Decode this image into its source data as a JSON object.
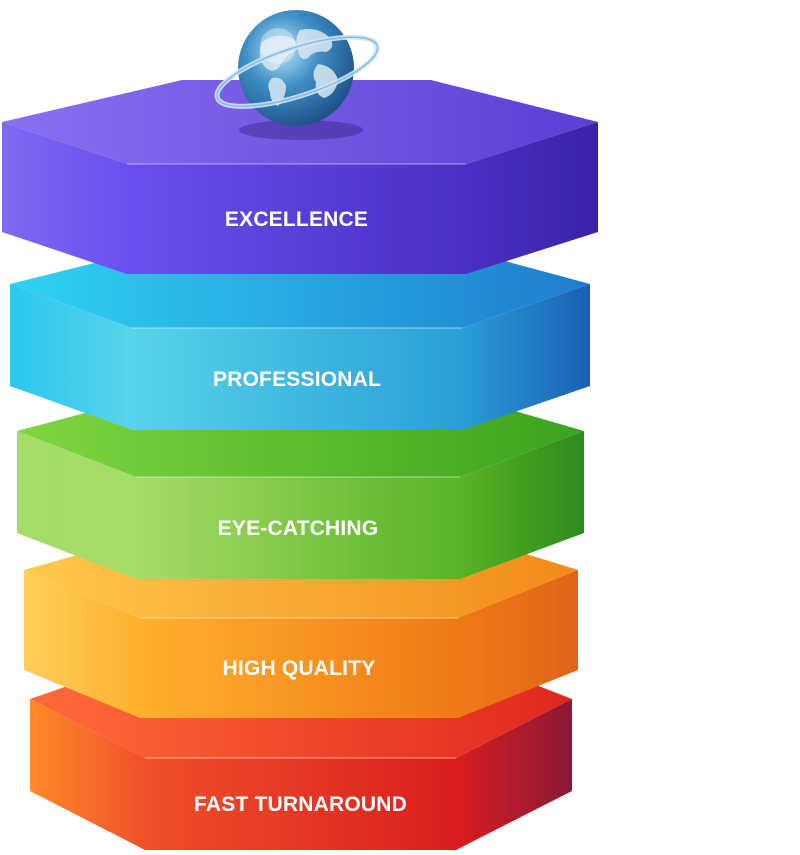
{
  "diagram": {
    "layers": [
      {
        "label": "EXCELLENCE",
        "colors": {
          "top_a": "#8a6ff0",
          "top_b": "#5b3fd6",
          "front_a": "#6a4ff0",
          "front_b": "#4a2fc4",
          "left": "#7e6af2",
          "right": "#3a22a8"
        }
      },
      {
        "label": "PROFESSIONAL",
        "colors": {
          "top_a": "#2fd3f2",
          "top_b": "#1f7ccf",
          "front_a": "#58d2ea",
          "front_b": "#2a9ed6",
          "left": "#2bc8ee",
          "right": "#1a5fb4"
        }
      },
      {
        "label": "EYE-CATCHING",
        "colors": {
          "top_a": "#7fd640",
          "top_b": "#3aa31e",
          "front_a": "#a6dc6a",
          "front_b": "#58b325",
          "left": "#a4dd6a",
          "right": "#2e8a1c"
        }
      },
      {
        "label": "HIGH QUALITY",
        "colors": {
          "top_a": "#ffc94a",
          "top_b": "#f28a1a",
          "front_a": "#ffb02e",
          "front_b": "#f07a16",
          "left": "#ffcf5a",
          "right": "#e0631a"
        }
      },
      {
        "label": "FAST TURNAROUND",
        "colors": {
          "top_a": "#ff6a3a",
          "top_b": "#e0281e",
          "front_a": "#f0502a",
          "front_b": "#d91e1e",
          "left": "#ff8a2a",
          "right": "#8a1838"
        }
      }
    ],
    "globe": {
      "ocean": "#3f8fc6",
      "land": "#d8e8f2",
      "ring": "#cfe6f5"
    }
  }
}
